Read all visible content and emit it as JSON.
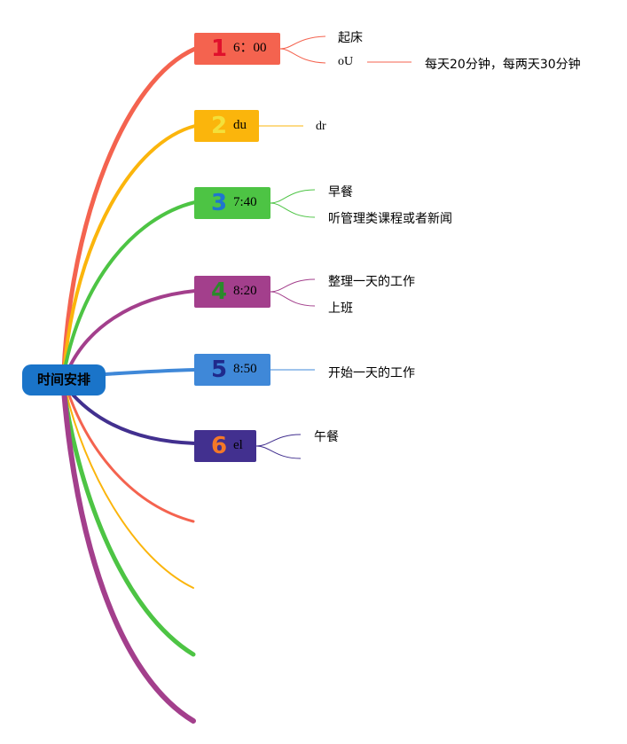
{
  "root": {
    "label": "时间安排",
    "color": "#1a74c9"
  },
  "branches": [
    {
      "num": "1",
      "label": "6：00",
      "color": "#f4634f",
      "num_color": "#e0102c",
      "leaves": [
        "起床",
        "oU"
      ],
      "sub_leaf": "每天20分钟，每两天30分钟"
    },
    {
      "num": "2",
      "label": "du",
      "color": "#fbb50c",
      "num_color": "#f3e03a",
      "leaves": [
        "dr"
      ]
    },
    {
      "num": "3",
      "label": "7:40",
      "color": "#4dc444",
      "num_color": "#1f76cf",
      "leaves": [
        "早餐",
        "听管理类课程或者新闻"
      ]
    },
    {
      "num": "4",
      "label": "8:20",
      "color": "#a33f8c",
      "num_color": "#2a8a2b",
      "leaves": [
        "整理一天的工作",
        "上班"
      ]
    },
    {
      "num": "5",
      "label": "8:50",
      "color": "#3f88d8",
      "num_color": "#1f2a8c",
      "leaves": [
        "开始一天的工作"
      ]
    },
    {
      "num": "6",
      "label": "el",
      "color": "#42308f",
      "num_color": "#f47828",
      "leaves": [
        "午餐",
        ""
      ]
    }
  ],
  "empty_branch_colors": [
    "#f4634f",
    "#fbb50c",
    "#4dc444",
    "#a33f8c"
  ]
}
